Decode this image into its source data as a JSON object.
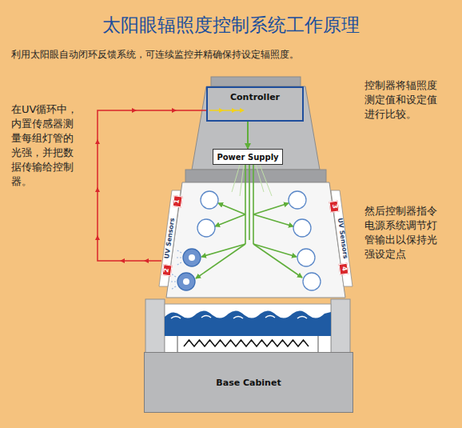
{
  "diagram": {
    "title": "太阳眼辐照度控制系统工作原理",
    "nodes": [
      {
        "text": [
          "Controller"
        ]
      },
      {
        "text": [
          "Power Supply"
        ]
      },
      {
        "text": [
          "Base Cabinet"
        ]
      }
    ],
    "edges": [
      {
        "from": 0,
        "to": 1,
        "arrow": "to"
      }
    ],
    "labels": [
      "利用太阳眼自动闭环反馈系统，可连续监控并精确保持设定辐照度。",
      "在UV循环中，内置传感器测量每组灯管的光强，并把数据传输给控制器。",
      "控制器将辐照度测定值和设定值进行比较。",
      "然后控制器指令电源系统调节灯管输出以保持光强设定点",
      "UV Sensors",
      "UV Sensors",
      "1",
      "2",
      "3",
      "4"
    ]
  }
}
